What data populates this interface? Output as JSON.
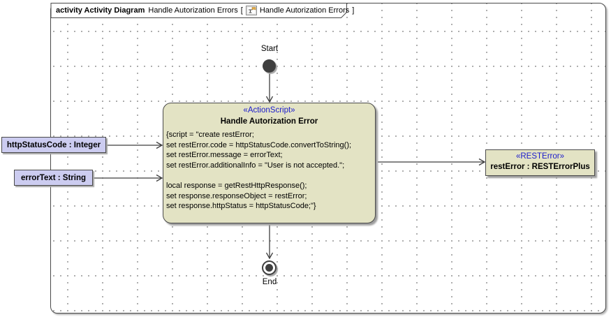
{
  "frame_title": {
    "keyword": "activity Activity Diagram",
    "diagram_name": "Handle Autorization Errors",
    "open_bracket": "[",
    "ref_name": "Handle Autorization Errors",
    "close_bracket": "]"
  },
  "start_node": {
    "label": "Start"
  },
  "end_node": {
    "label": "End"
  },
  "action_node": {
    "stereotype": "«ActionScript»",
    "name": "Handle Autorization Error",
    "script_lines": [
      "{script = \"create restError;",
      "set restError.code = httpStatusCode.convertToString();",
      "set restError.message = errorText;",
      "set restError.additionalInfo = \"User is not accepted.\";",
      "",
      "local response = getRestHttpResponse();",
      "set response.responseObject = restError;",
      "set response.httpStatus = httpStatusCode;\"}"
    ]
  },
  "object_nodes": {
    "http_status": {
      "label": "httpStatusCode : Integer"
    },
    "error_text": {
      "label": "errorText : String"
    },
    "rest_error": {
      "stereotype": "«RESTError»",
      "name": "restError : RESTErrorPlus"
    }
  },
  "colors": {
    "action_fill": "#e3e3c4",
    "object_fill": "#ccccf0",
    "stereotype_text": "#1a1acc",
    "edge": "#3f3f3f",
    "frame_border": "#4a4a4a",
    "grid_dot": "#9a9a9a"
  }
}
